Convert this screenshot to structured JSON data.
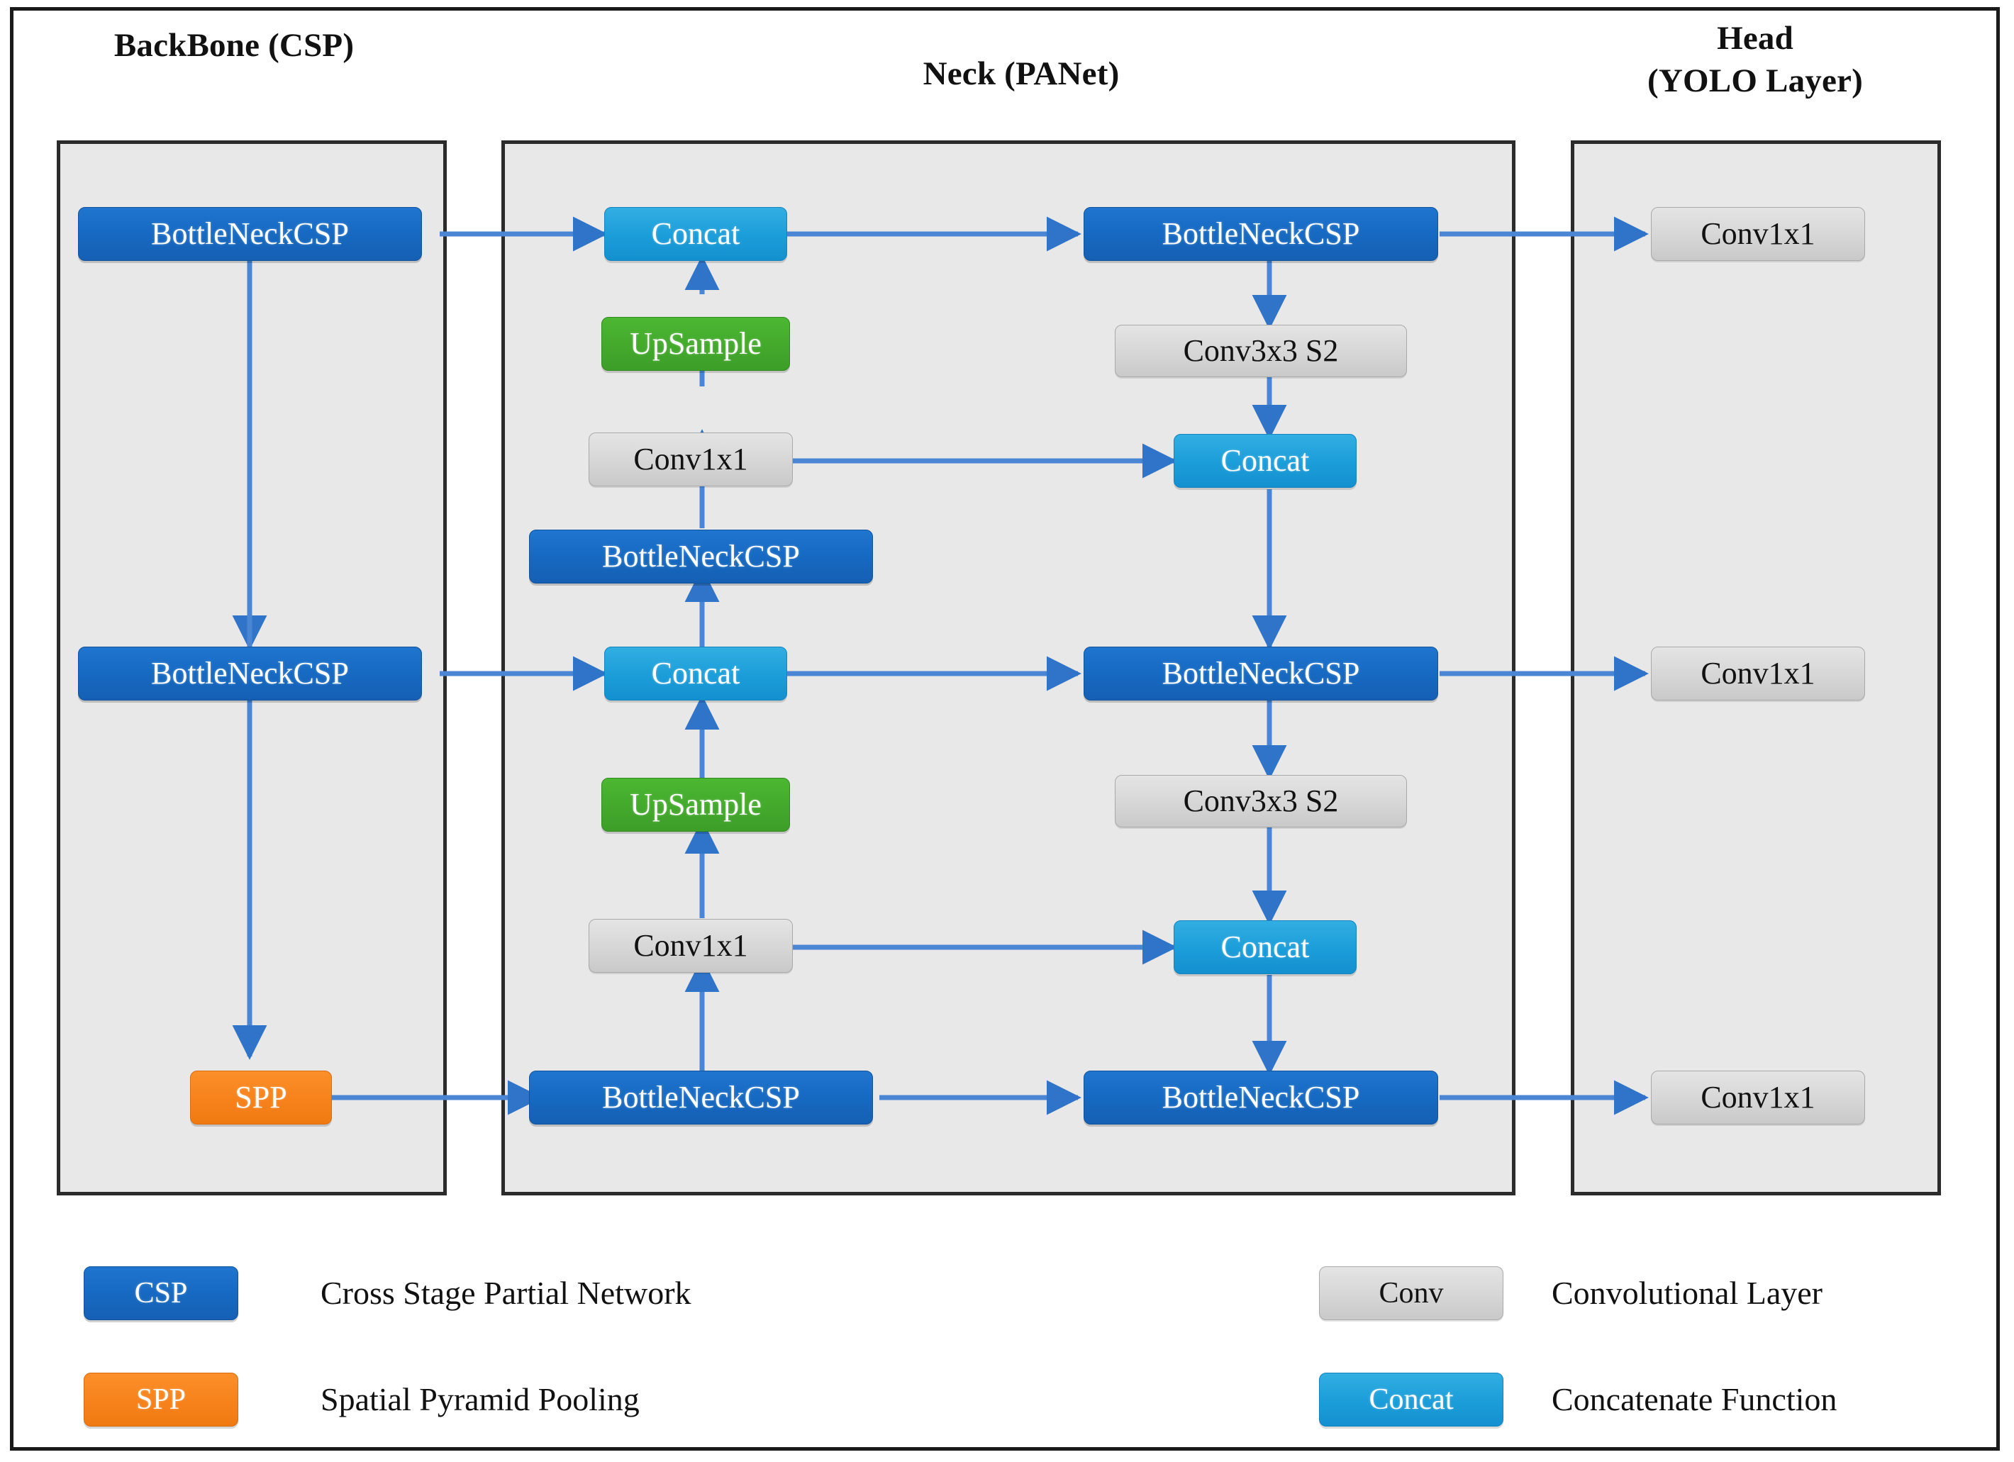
{
  "diagram": {
    "title_sections": [
      {
        "id": "backbone",
        "label": "BackBone (CSP)"
      },
      {
        "id": "neck",
        "label": "Neck (PANet)"
      },
      {
        "id": "head_line1",
        "label": "Head"
      },
      {
        "id": "head_line2",
        "label": "(YOLO Layer)"
      }
    ],
    "colors": {
      "csp_blue": "#1668c0",
      "concat_blue": "#1b9dd9",
      "conv_gray": "#d6d6d6",
      "upsample_green": "#43a92c",
      "spp_orange": "#f7821b",
      "arrow_blue": "#4a86d4",
      "panel_fill": "#e8e8e8",
      "frame_black": "#1a1a1a"
    },
    "backbone_nodes": [
      {
        "id": "bb-csp-1",
        "label": "BottleNeckCSP",
        "type": "csp"
      },
      {
        "id": "bb-csp-2",
        "label": "BottleNeckCSP",
        "type": "csp"
      },
      {
        "id": "bb-spp",
        "label": "SPP",
        "type": "spp"
      }
    ],
    "neck_left_nodes": [
      {
        "id": "nk-concat-1",
        "label": "Concat",
        "type": "concat"
      },
      {
        "id": "nk-up-1",
        "label": "UpSample",
        "type": "up"
      },
      {
        "id": "nk-conv-1",
        "label": "Conv1x1",
        "type": "conv"
      },
      {
        "id": "nk-csp-1",
        "label": "BottleNeckCSP",
        "type": "csp"
      },
      {
        "id": "nk-concat-2",
        "label": "Concat",
        "type": "concat"
      },
      {
        "id": "nk-up-2",
        "label": "UpSample",
        "type": "up"
      },
      {
        "id": "nk-conv-2",
        "label": "Conv1x1",
        "type": "conv"
      },
      {
        "id": "nk-csp-2",
        "label": "BottleNeckCSP",
        "type": "csp"
      }
    ],
    "neck_right_nodes": [
      {
        "id": "nr-csp-1",
        "label": "BottleNeckCSP",
        "type": "csp"
      },
      {
        "id": "nr-conv-1",
        "label": "Conv3x3 S2",
        "type": "conv"
      },
      {
        "id": "nr-concat-1",
        "label": "Concat",
        "type": "concat"
      },
      {
        "id": "nr-csp-2",
        "label": "BottleNeckCSP",
        "type": "csp"
      },
      {
        "id": "nr-conv-2",
        "label": "Conv3x3 S2",
        "type": "conv"
      },
      {
        "id": "nr-concat-2",
        "label": "Concat",
        "type": "concat"
      },
      {
        "id": "nr-csp-3",
        "label": "BottleNeckCSP",
        "type": "csp"
      }
    ],
    "head_nodes": [
      {
        "id": "hd-conv-1",
        "label": "Conv1x1",
        "type": "conv"
      },
      {
        "id": "hd-conv-2",
        "label": "Conv1x1",
        "type": "conv"
      },
      {
        "id": "hd-conv-3",
        "label": "Conv1x1",
        "type": "conv"
      }
    ],
    "legend": [
      {
        "id": "legend-csp",
        "chip": "CSP",
        "type": "csp",
        "desc": "Cross Stage Partial Network"
      },
      {
        "id": "legend-spp",
        "chip": "SPP",
        "type": "spp",
        "desc": "Spatial Pyramid Pooling"
      },
      {
        "id": "legend-conv",
        "chip": "Conv",
        "type": "conv",
        "desc": "Convolutional Layer"
      },
      {
        "id": "legend-concat",
        "chip": "Concat",
        "type": "concat",
        "desc": "Concatenate Function"
      }
    ]
  }
}
